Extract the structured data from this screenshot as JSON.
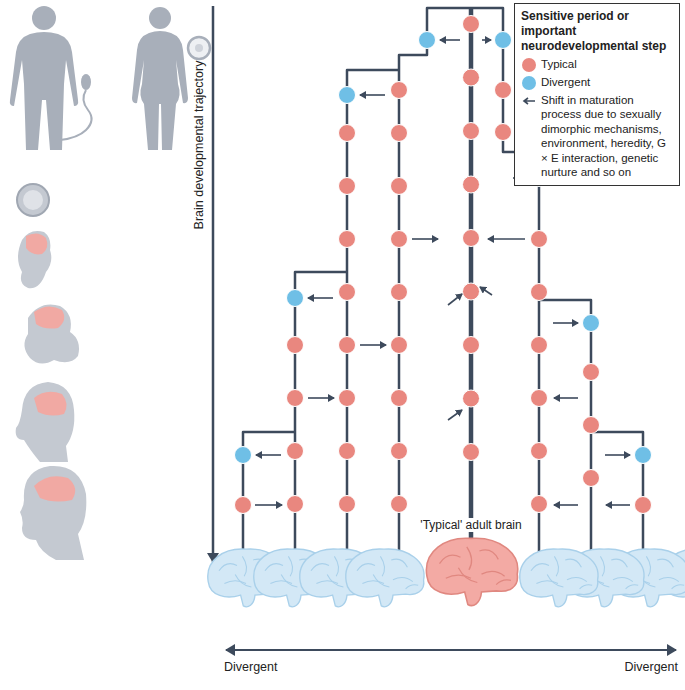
{
  "diagram": {
    "labels": [
      "Brain developmental trajectory",
      "'Typical' adult brain",
      "Divergent",
      "Divergent",
      "Sensitive period or important neurodevelopmental step"
    ],
    "legend": [
      {
        "text": "Typical",
        "color": "#e9877f"
      },
      {
        "text": "Divergent",
        "color": "#6fbfe6"
      },
      {
        "text": "Shift in maturation process due to sexually dimorphic mechanisms, environment, heredity, G × E interaction, genetic nurture and so on"
      }
    ]
  }
}
